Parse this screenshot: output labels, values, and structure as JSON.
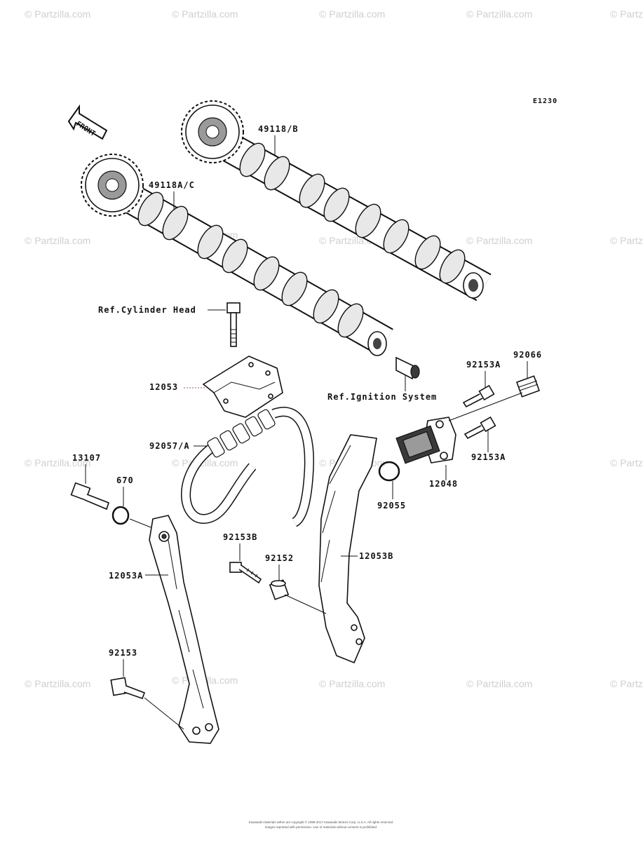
{
  "diagram_code": "E1230",
  "front_label": "FRONT",
  "callouts": {
    "camshaft_exhaust": "49118/B",
    "camshaft_intake": "49118A/C",
    "ref_cylinder_head": "Ref.Cylinder Head",
    "guide_upper": "12053",
    "ref_ignition": "Ref.Ignition System",
    "bolt_tensioner_upper": "92153A",
    "plug": "92066",
    "chain": "92057/A",
    "bolt_tensioner_lower": "92153A",
    "bolt_13107": "13107",
    "o_ring_670": "670",
    "tensioner": "12048",
    "o_ring_92055": "92055",
    "bolt_92153B": "92153B",
    "collar": "92152",
    "guide_right": "12053B",
    "guide_left": "12053A",
    "bolt_92153": "92153"
  },
  "watermark": "© Partzilla.com",
  "copyright_lines": [
    "Kawasaki materials within are copyright © 1995-2017 Kawasaki Motors Corp. U.S.A. All rights reserved.",
    "Images reprinted with permission. Use of materials without consent is prohibited."
  ]
}
